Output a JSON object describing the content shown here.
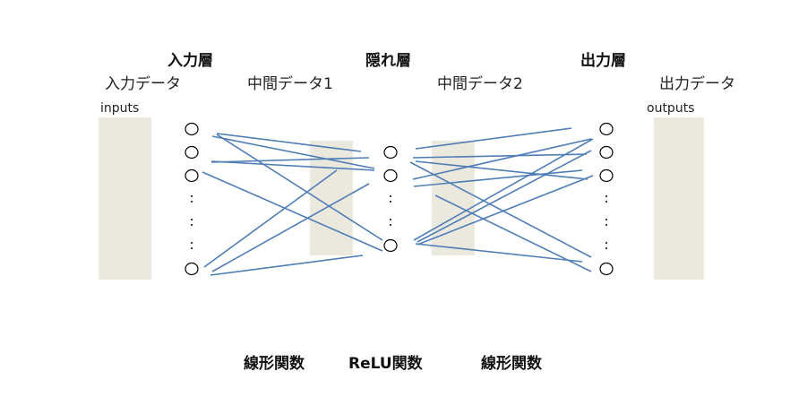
{
  "layers": {
    "input": "入力層",
    "hidden": "隠れ層",
    "output": "出力層"
  },
  "data_labels": {
    "input_data": "入力データ",
    "intermediate1": "中間データ1",
    "intermediate2": "中間データ2",
    "output_data": "出力データ"
  },
  "io_labels": {
    "inputs": "inputs",
    "outputs": "outputs"
  },
  "functions": {
    "linear1": "線形関数",
    "relu": "ReLU関数",
    "linear2": "線形関数"
  },
  "colors": {
    "line": "#4f7db5",
    "box": "#ebe8de",
    "node_stroke": "#000000"
  }
}
